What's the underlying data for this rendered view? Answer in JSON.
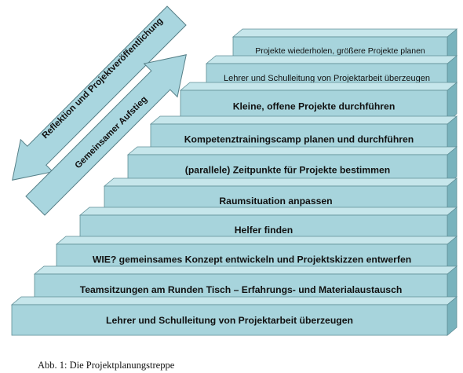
{
  "colors": {
    "front": "#a7d4dc",
    "side": "#79b3bd",
    "top": "#c6e6eb",
    "edge": "#5f8e96",
    "arrow_fill": "#a9d6df",
    "arrow_edge": "#557f87"
  },
  "steps": [
    {
      "label": "Lehrer und Schulleitung von Projektarbeit überzeugen"
    },
    {
      "label": "Teamsitzungen am Runden Tisch – Erfahrungs- und Materialaustausch"
    },
    {
      "label": "WIE? gemeinsames Konzept entwickeln und Projektskizzen entwerfen"
    },
    {
      "label": "Helfer finden"
    },
    {
      "label": "Raumsituation anpassen"
    },
    {
      "label": "(parallele) Zeitpunkte für Projekte bestimmen"
    },
    {
      "label": "Kompetenztrainingscamp planen und durchführen"
    },
    {
      "label": "Kleine, offene Projekte durchführen"
    },
    {
      "label": "Lehrer und Schulleitung von Projektarbeit überzeugen"
    },
    {
      "label": "Projekte wiederholen, größere Projekte planen"
    }
  ],
  "arrows": {
    "down_label": "Reflektion und Projektveröffentlichung",
    "up_label": "Gemeinsamer Aufstieg"
  },
  "caption": "Abb. 1:  Die Projektplanungstreppe"
}
